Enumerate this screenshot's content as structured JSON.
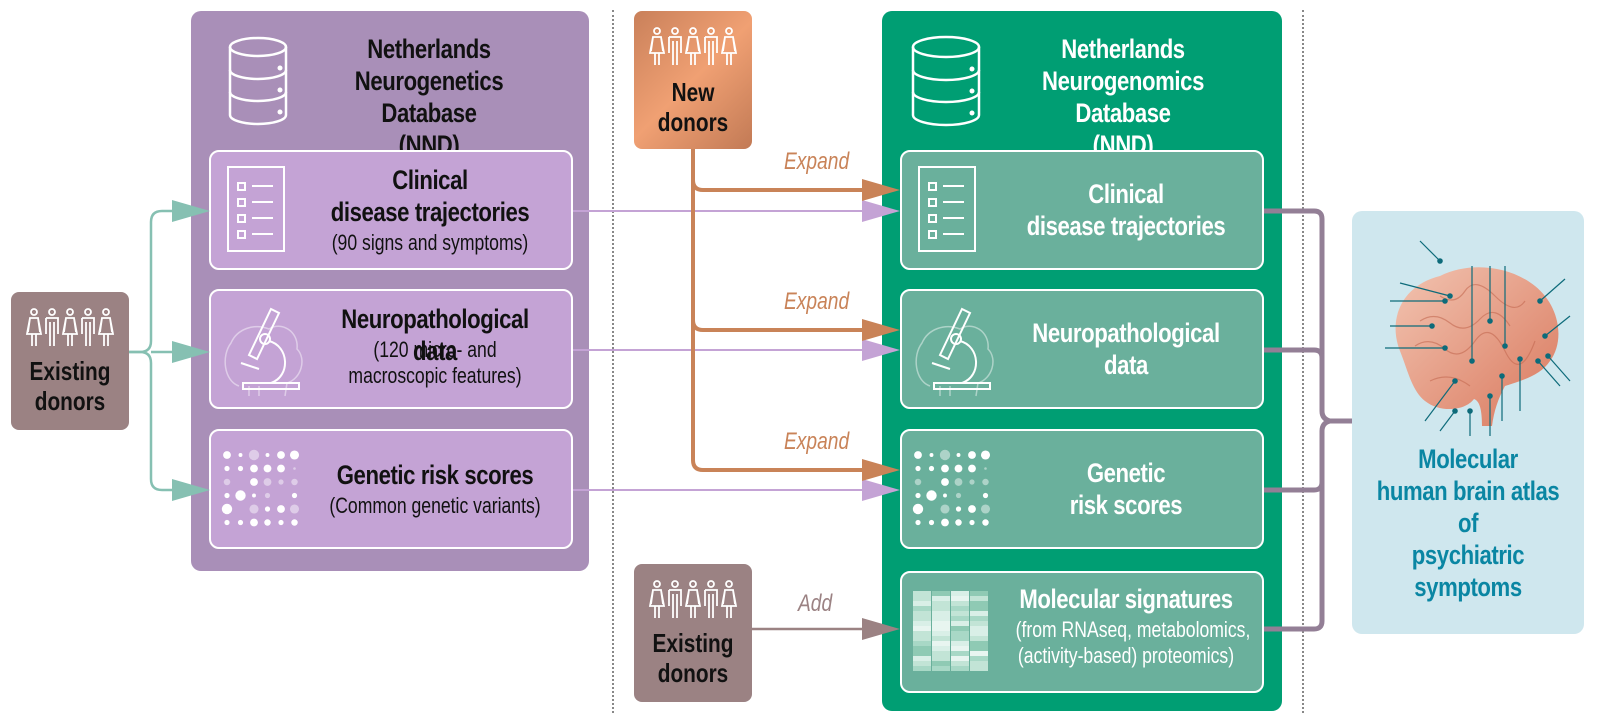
{
  "left_database": {
    "title_lines": [
      "Netherlands",
      "Neurogenetics Database",
      "(NND)"
    ],
    "cards": [
      {
        "title_lines": [
          "Clinical",
          "disease trajectories"
        ],
        "subtitle_lines": [
          "(90 signs and symptoms)"
        ],
        "icon": "checklist-icon"
      },
      {
        "title_lines": [
          "Neuropathological data"
        ],
        "subtitle_lines": [
          "(120 micro- and",
          "macroscopic features)"
        ],
        "icon": "microscope-brain-icon"
      },
      {
        "title_lines": [
          "Genetic risk scores"
        ],
        "subtitle_lines": [
          "(Common genetic variants)"
        ],
        "icon": "dot-matrix-icon"
      }
    ]
  },
  "right_database": {
    "title_lines": [
      "Netherlands",
      "Neurogenomics Database",
      "(NND)"
    ],
    "cards": [
      {
        "title_lines": [
          "Clinical",
          "disease trajectories"
        ],
        "subtitle_lines": [],
        "icon": "checklist-icon"
      },
      {
        "title_lines": [
          "Neuropathological",
          "data"
        ],
        "subtitle_lines": [],
        "icon": "microscope-brain-icon"
      },
      {
        "title_lines": [
          "Genetic",
          "risk scores"
        ],
        "subtitle_lines": [],
        "icon": "dot-matrix-icon"
      },
      {
        "title_lines": [
          "Molecular signatures"
        ],
        "subtitle_lines": [
          "(from RNAseq, metabolomics,",
          "(activity-based) proteomics)"
        ],
        "icon": "heatmap-icon"
      }
    ]
  },
  "donors": {
    "existing_left": {
      "label_lines": [
        "Existing",
        "donors"
      ]
    },
    "new": {
      "label_lines": [
        "New",
        "donors"
      ]
    },
    "existing_bottom": {
      "label_lines": [
        "Existing",
        "donors"
      ]
    }
  },
  "edge_labels": {
    "expand": [
      "Expand",
      "Expand",
      "Expand"
    ],
    "add": "Add"
  },
  "atlas": {
    "title_lines": [
      "Molecular",
      "human brain atlas of",
      "psychiatric symptoms"
    ]
  },
  "colors": {
    "left_panel": "#a98fb8",
    "left_card": "#c4a3d5",
    "right_panel": "#009e73",
    "right_card": "#6ab09c",
    "new_donor": "#e8956a",
    "existing_donor": "#9b8283",
    "teal_arrow": "#86c0b2",
    "orange_arrow": "#c98358",
    "lilac_arrow": "#c4a3d5",
    "bracket": "#937f96",
    "atlas_bg": "#cfe7ee",
    "atlas_text": "#0a86a3"
  }
}
